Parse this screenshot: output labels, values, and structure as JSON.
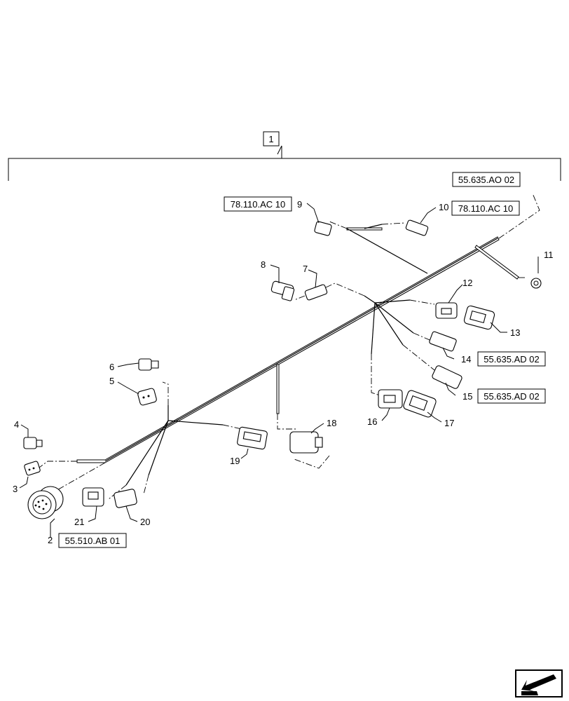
{
  "assembly": {
    "label": "1"
  },
  "items": {
    "i2": "2",
    "i3": "3",
    "i4": "4",
    "i5": "5",
    "i6": "6",
    "i7": "7",
    "i8": "8",
    "i9": "9",
    "i10": "10",
    "i11": "11",
    "i12": "12",
    "i13": "13",
    "i14": "14",
    "i15": "15",
    "i16": "16",
    "i17": "17",
    "i18": "18",
    "i19": "19",
    "i20": "20",
    "i21": "21"
  },
  "references": {
    "ref_top": "55.635.AO 02",
    "ref_9": "78.110.AC 10",
    "ref_10": "78.110.AC 10",
    "ref_14": "55.635.AD 02",
    "ref_15": "55.635.AD 02",
    "ref_2": "55.510.AB 01"
  }
}
